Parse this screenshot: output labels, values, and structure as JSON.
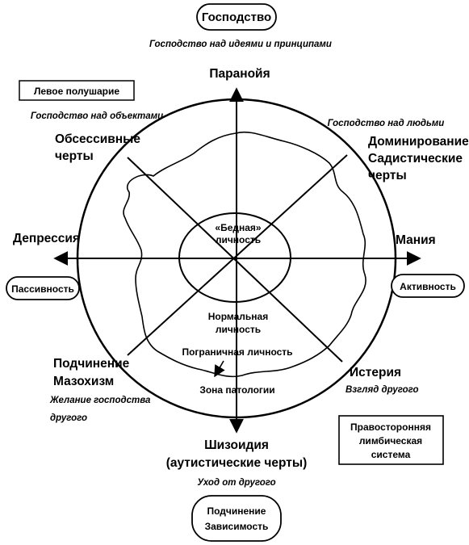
{
  "top": {
    "box": "Господство",
    "caption": "Господство над идеями и принципами"
  },
  "axes": {
    "up": "Паранойя",
    "left": "Депрессия",
    "right": "Мания",
    "down_line1": "Шизоидия",
    "down_line2": "(аутистические черты)",
    "down_caption": "Уход от другого"
  },
  "left_box": {
    "label": "Левое полушарие",
    "caption": "Господство над объектами"
  },
  "upper_left": {
    "line1": "Обсессивные",
    "line2": "черты"
  },
  "upper_right": {
    "caption": "Господство над людьми",
    "line1": "Доминирование",
    "line2": "Садистические",
    "line3": "черты"
  },
  "passivity": "Пассивность",
  "activity": "Активность",
  "lower_left": {
    "line1": "Подчинение",
    "line2": "Мазохизм",
    "caption1": "Желание господства",
    "caption2": "другого"
  },
  "lower_right": {
    "line1": "Истерия",
    "caption": "Взгляд другого"
  },
  "right_box": {
    "line1": "Правосторонняя",
    "line2": "лимбическая",
    "line3": "система"
  },
  "bottom_box": {
    "line1": "Подчинение",
    "line2": "Зависимость"
  },
  "center": {
    "poor_line1": "«Бедная»",
    "poor_line2": "личность",
    "normal_line1": "Нормальная",
    "normal_line2": "личность",
    "borderline": "Пограничная личность",
    "pathology": "Зона патологии"
  }
}
